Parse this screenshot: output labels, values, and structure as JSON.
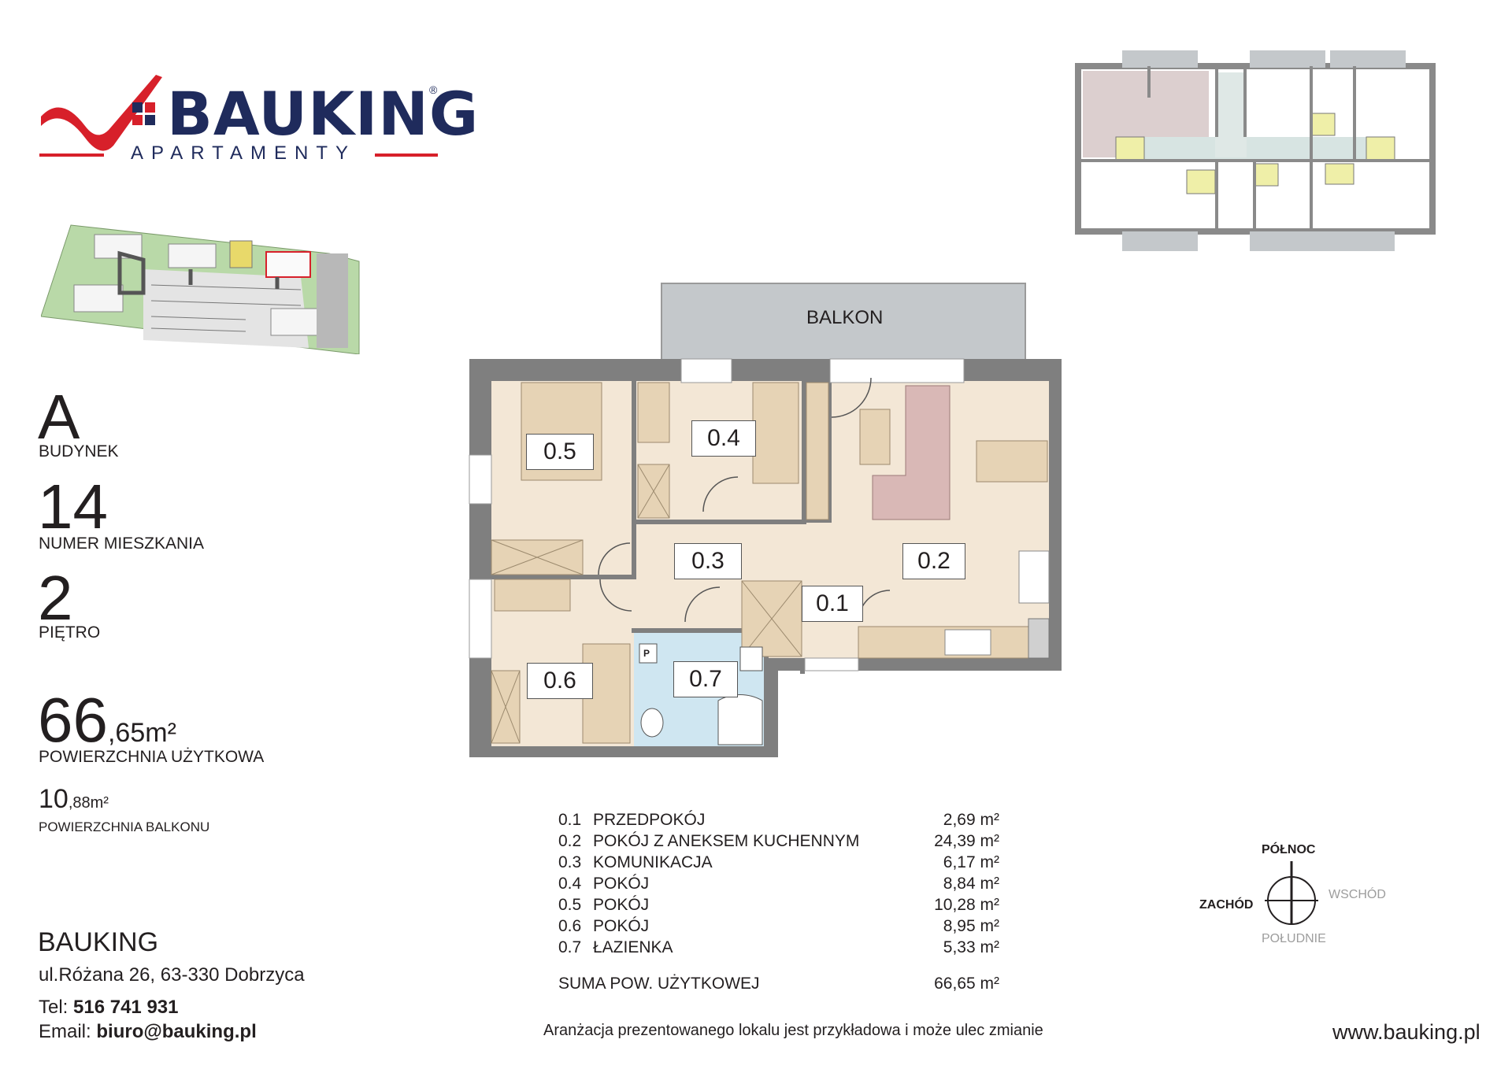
{
  "brand": {
    "name": "BAUKING",
    "registered": "®",
    "subtitle": "APARTAMENTY",
    "colors": {
      "red": "#d7202a",
      "navy": "#1f2b5c"
    }
  },
  "info": {
    "building_value": "A",
    "building_label": "BUDYNEK",
    "apartment_value": "14",
    "apartment_label": "NUMER MIESZKANIA",
    "floor_value": "2",
    "floor_label": "PIĘTRO",
    "area_int": "66",
    "area_dec": ",65m²",
    "area_label": "POWIERZCHNIA UŻYTKOWA",
    "balcony_int": "10",
    "balcony_dec": ",88m²",
    "balcony_label": "POWIERZCHNIA BALKONU"
  },
  "contact": {
    "company": "BAUKING",
    "address": "ul.Różana 26, 63-330 Dobrzyca",
    "tel_label": "Tel: ",
    "tel": "516 741 931",
    "email_label": "Email: ",
    "email": "biuro@bauking.pl"
  },
  "plan": {
    "balcony_label": "BALKON",
    "room_labels": [
      "0.5",
      "0.4",
      "0.3",
      "0.2",
      "0.1",
      "0.6",
      "0.7"
    ],
    "p_sign": "P"
  },
  "legend": {
    "rows": [
      {
        "num": "0.1",
        "name": "PRZEDPOKÓJ",
        "area": "2,69 m²"
      },
      {
        "num": "0.2",
        "name": "POKÓJ Z ANEKSEM KUCHENNYM",
        "area": "24,39 m²"
      },
      {
        "num": "0.3",
        "name": "KOMUNIKACJA",
        "area": "6,17 m²"
      },
      {
        "num": "0.4",
        "name": "POKÓJ",
        "area": "8,84 m²"
      },
      {
        "num": "0.5",
        "name": "POKÓJ",
        "area": "10,28 m²"
      },
      {
        "num": "0.6",
        "name": "POKÓJ",
        "area": "8,95 m²"
      },
      {
        "num": "0.7",
        "name": "ŁAZIENKA",
        "area": "5,33 m²"
      }
    ],
    "total_label": "SUMA POW. UŻYTKOWEJ",
    "total_area": "66,65 m²"
  },
  "compass": {
    "north": "PÓŁNOC",
    "south": "POŁUDNIE",
    "west": "ZACHÓD",
    "east": "WSCHÓD"
  },
  "footer": {
    "disclaimer": "Aranżacja prezentowanego lokalu jest przykładowa i może ulec zmianie",
    "website": "www.bauking.pl"
  }
}
